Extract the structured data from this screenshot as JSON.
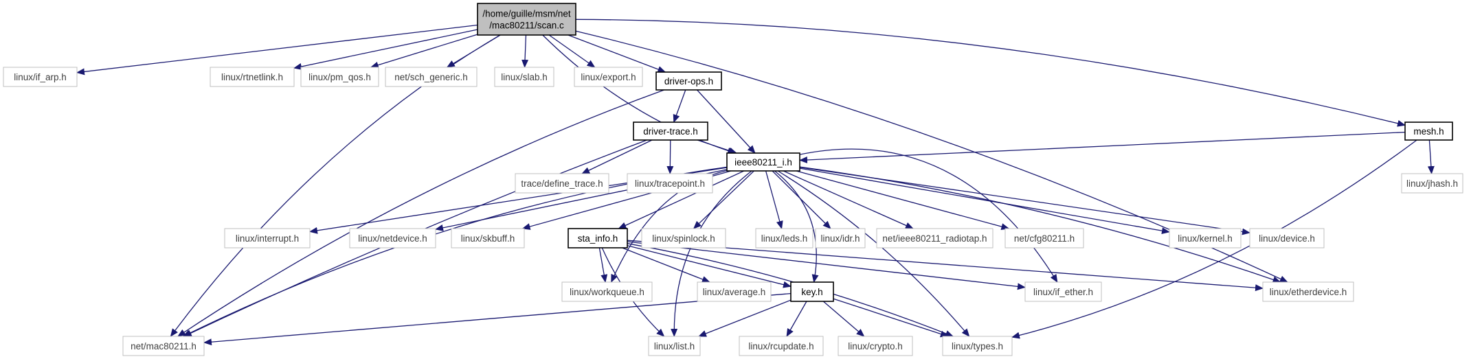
{
  "diagram": {
    "colors": {
      "edge": "#191970",
      "root_fill": "#bfbfbf",
      "root_border": "#000000",
      "documented_border": "#000000",
      "external_border": "#bfbfbf",
      "external_text": "#3f3f3f",
      "text": "#000000"
    },
    "nodes": {
      "root": {
        "lines": [
          "/home/guille/msm/net",
          "/mac80211/scan.c"
        ],
        "kind": "root"
      },
      "if_arp": {
        "lines": [
          "linux/if_arp.h"
        ],
        "kind": "external"
      },
      "rtnetlink": {
        "lines": [
          "linux/rtnetlink.h"
        ],
        "kind": "external"
      },
      "pm_qos": {
        "lines": [
          "linux/pm_qos.h"
        ],
        "kind": "external"
      },
      "sch_generic": {
        "lines": [
          "net/sch_generic.h"
        ],
        "kind": "external"
      },
      "slab": {
        "lines": [
          "linux/slab.h"
        ],
        "kind": "external"
      },
      "export": {
        "lines": [
          "linux/export.h"
        ],
        "kind": "external"
      },
      "driver_ops": {
        "lines": [
          "driver-ops.h"
        ],
        "kind": "documented"
      },
      "mesh": {
        "lines": [
          "mesh.h"
        ],
        "kind": "documented"
      },
      "driver_trace": {
        "lines": [
          "driver-trace.h"
        ],
        "kind": "documented"
      },
      "define_trace": {
        "lines": [
          "trace/define_trace.h"
        ],
        "kind": "external"
      },
      "tracepoint": {
        "lines": [
          "linux/tracepoint.h"
        ],
        "kind": "external"
      },
      "ieee80211_i": {
        "lines": [
          "ieee80211_i.h"
        ],
        "kind": "documented"
      },
      "jhash": {
        "lines": [
          "linux/jhash.h"
        ],
        "kind": "external"
      },
      "interrupt": {
        "lines": [
          "linux/interrupt.h"
        ],
        "kind": "external"
      },
      "netdevice": {
        "lines": [
          "linux/netdevice.h"
        ],
        "kind": "external"
      },
      "skbuff": {
        "lines": [
          "linux/skbuff.h"
        ],
        "kind": "external"
      },
      "sta_info": {
        "lines": [
          "sta_info.h"
        ],
        "kind": "documented"
      },
      "spinlock": {
        "lines": [
          "linux/spinlock.h"
        ],
        "kind": "external"
      },
      "leds": {
        "lines": [
          "linux/leds.h"
        ],
        "kind": "external"
      },
      "idr": {
        "lines": [
          "linux/idr.h"
        ],
        "kind": "external"
      },
      "radiotap": {
        "lines": [
          "net/ieee80211_radiotap.h"
        ],
        "kind": "external"
      },
      "cfg80211": {
        "lines": [
          "net/cfg80211.h"
        ],
        "kind": "external"
      },
      "kernel": {
        "lines": [
          "linux/kernel.h"
        ],
        "kind": "external"
      },
      "device": {
        "lines": [
          "linux/device.h"
        ],
        "kind": "external"
      },
      "workqueue": {
        "lines": [
          "linux/workqueue.h"
        ],
        "kind": "external"
      },
      "average": {
        "lines": [
          "linux/average.h"
        ],
        "kind": "external"
      },
      "key": {
        "lines": [
          "key.h"
        ],
        "kind": "documented"
      },
      "if_ether": {
        "lines": [
          "linux/if_ether.h"
        ],
        "kind": "external"
      },
      "etherdevice": {
        "lines": [
          "linux/etherdevice.h"
        ],
        "kind": "external"
      },
      "mac80211": {
        "lines": [
          "net/mac80211.h"
        ],
        "kind": "external"
      },
      "list": {
        "lines": [
          "linux/list.h"
        ],
        "kind": "external"
      },
      "rcupdate": {
        "lines": [
          "linux/rcupdate.h"
        ],
        "kind": "external"
      },
      "crypto": {
        "lines": [
          "linux/crypto.h"
        ],
        "kind": "external"
      },
      "types": {
        "lines": [
          "linux/types.h"
        ],
        "kind": "external"
      }
    },
    "edges": [
      [
        "root",
        "if_arp"
      ],
      [
        "root",
        "rtnetlink"
      ],
      [
        "root",
        "pm_qos"
      ],
      [
        "root",
        "sch_generic"
      ],
      [
        "root",
        "slab"
      ],
      [
        "root",
        "export"
      ],
      [
        "root",
        "driver_ops"
      ],
      [
        "root",
        "mesh"
      ],
      [
        "root",
        "ieee80211_i"
      ],
      [
        "root",
        "mac80211"
      ],
      [
        "root",
        "etherdevice"
      ],
      [
        "driver_ops",
        "driver_trace"
      ],
      [
        "driver_ops",
        "ieee80211_i"
      ],
      [
        "driver_ops",
        "mac80211"
      ],
      [
        "driver_trace",
        "define_trace"
      ],
      [
        "driver_trace",
        "tracepoint"
      ],
      [
        "driver_trace",
        "ieee80211_i"
      ],
      [
        "driver_trace",
        "mac80211"
      ],
      [
        "mesh",
        "ieee80211_i"
      ],
      [
        "mesh",
        "jhash"
      ],
      [
        "mesh",
        "types"
      ],
      [
        "ieee80211_i",
        "interrupt"
      ],
      [
        "ieee80211_i",
        "netdevice"
      ],
      [
        "ieee80211_i",
        "skbuff"
      ],
      [
        "ieee80211_i",
        "sta_info"
      ],
      [
        "ieee80211_i",
        "spinlock"
      ],
      [
        "ieee80211_i",
        "leds"
      ],
      [
        "ieee80211_i",
        "idr"
      ],
      [
        "ieee80211_i",
        "radiotap"
      ],
      [
        "ieee80211_i",
        "cfg80211"
      ],
      [
        "ieee80211_i",
        "kernel"
      ],
      [
        "ieee80211_i",
        "device"
      ],
      [
        "ieee80211_i",
        "etherdevice"
      ],
      [
        "ieee80211_i",
        "if_ether"
      ],
      [
        "ieee80211_i",
        "key"
      ],
      [
        "ieee80211_i",
        "workqueue"
      ],
      [
        "ieee80211_i",
        "list"
      ],
      [
        "ieee80211_i",
        "mac80211"
      ],
      [
        "ieee80211_i",
        "types"
      ],
      [
        "sta_info",
        "workqueue"
      ],
      [
        "sta_info",
        "average"
      ],
      [
        "sta_info",
        "key"
      ],
      [
        "sta_info",
        "if_ether"
      ],
      [
        "sta_info",
        "etherdevice"
      ],
      [
        "sta_info",
        "list"
      ],
      [
        "sta_info",
        "types"
      ],
      [
        "key",
        "mac80211"
      ],
      [
        "key",
        "list"
      ],
      [
        "key",
        "rcupdate"
      ],
      [
        "key",
        "crypto"
      ],
      [
        "key",
        "types"
      ]
    ]
  }
}
